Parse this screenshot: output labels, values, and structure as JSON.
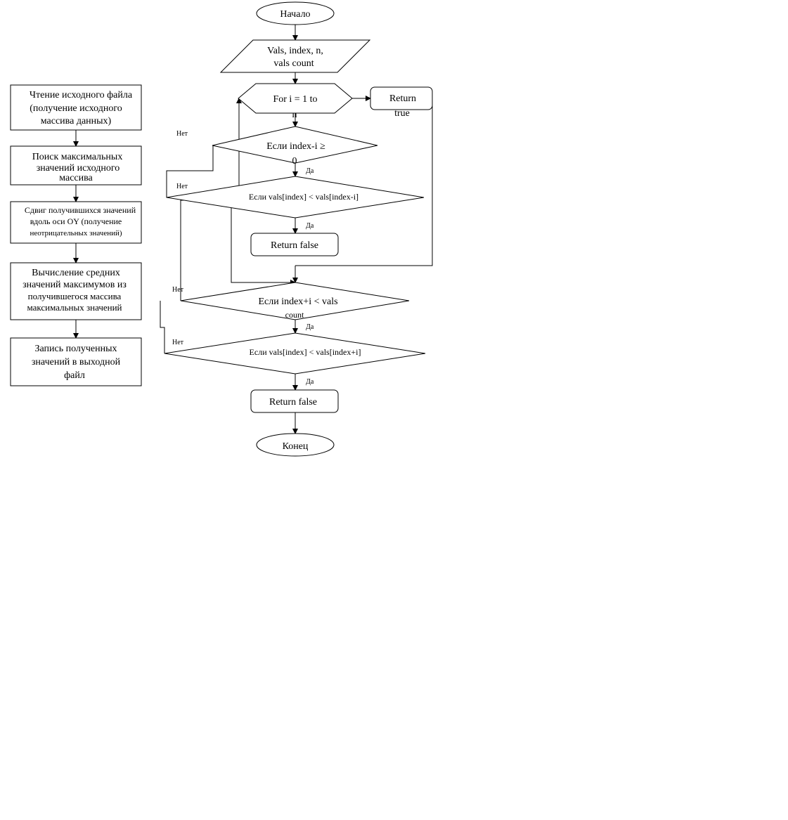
{
  "left_flow": {
    "steps": [
      [
        "Чтение исходного файла",
        "(получение исходного",
        "массива данных)"
      ],
      [
        "Поиск максимальных",
        "значений исходного",
        "массива"
      ],
      [
        "Сдвиг получившихся значений",
        "вдоль оси OY (получение",
        "неотрицательных значений)"
      ],
      [
        "Вычисление средних",
        "значений максимумов из",
        "получившегося массива",
        "максимальных значений"
      ],
      [
        "Запись полученных",
        "значений в выходной",
        "файл"
      ]
    ]
  },
  "right_flow": {
    "start": "Начало",
    "input": [
      "Vals, index, n,",
      "vals count"
    ],
    "loop": [
      "For i = 1 to",
      "n"
    ],
    "return_true": [
      "Return",
      "true"
    ],
    "cond1": [
      "Если index-i ≥",
      "0"
    ],
    "cond2": "Если vals[index] < vals[index-i]",
    "return_false_1": "Return false",
    "cond3": [
      "Если index+i < vals",
      "count"
    ],
    "cond4": "Если vals[index] < vals[index+i]",
    "return_false_2": "Return false",
    "end": "Конец"
  },
  "labels": {
    "no_1": "Нет",
    "yes_1": "Да",
    "no_2": "Нет",
    "yes_2": "Да",
    "no_3": "Нет",
    "yes_3": "Да",
    "no_4": "Нет",
    "yes_4": "Да"
  }
}
